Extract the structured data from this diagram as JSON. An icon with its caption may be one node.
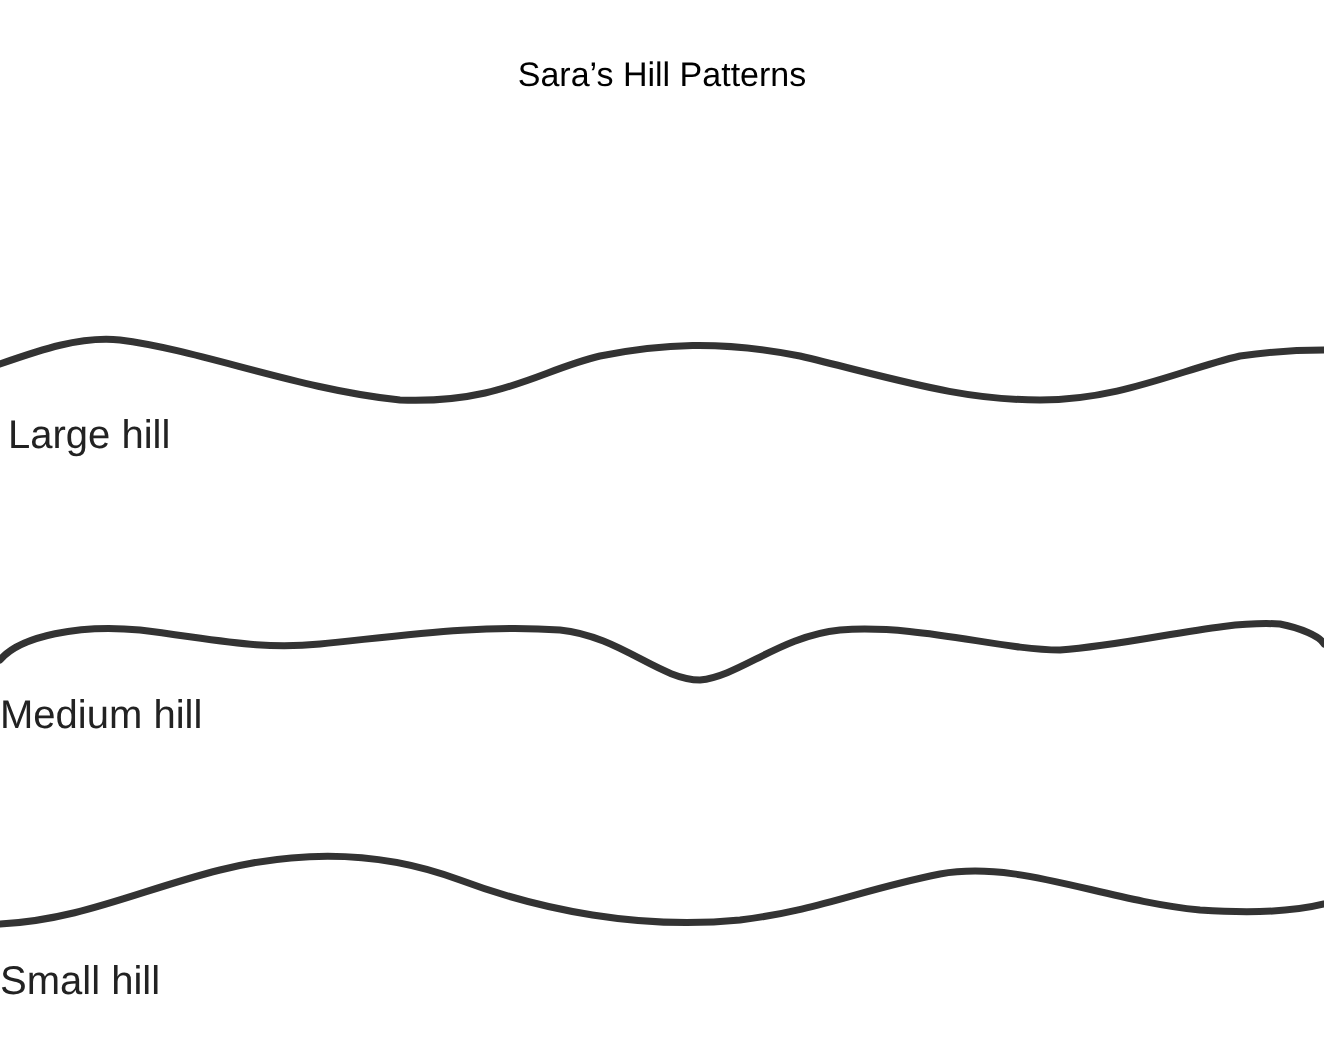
{
  "diagram": {
    "title": "Sara’s Hill Patterns",
    "labels": [
      "Large hill",
      "Medium hill",
      "Small hill"
    ]
  }
}
